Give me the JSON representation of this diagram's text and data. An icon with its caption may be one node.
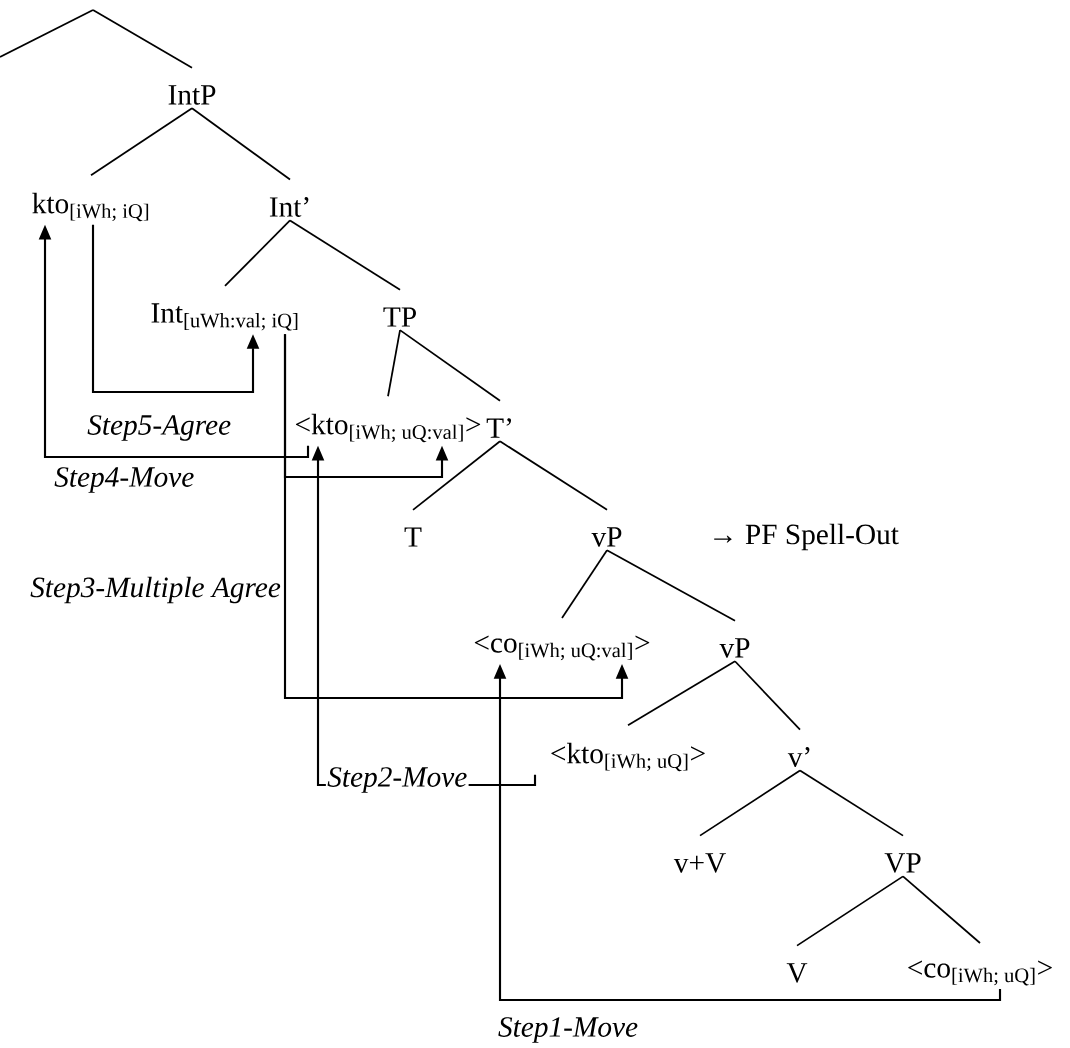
{
  "diagram": {
    "nodes": [
      {
        "text": [
          "\\text{IntP}"
        ]
      },
      {
        "text": [
          "\\text{kto}_{\\text{[iWh; iQ]}}"
        ]
      },
      {
        "text": [
          "\\text{Int'}"
        ]
      },
      {
        "text": [
          "\\text{Int}_{\\text{[uWh:val; iQ]}}"
        ]
      },
      {
        "text": [
          "\\text{TP}"
        ]
      },
      {
        "text": [
          "\\text{<kto}_{\\text{[iWh; uQ:val]}}\\text{>}"
        ]
      },
      {
        "text": [
          "\\text{T'}"
        ]
      },
      {
        "text": [
          "\\text{T}"
        ]
      },
      {
        "text": [
          "\\text{vP}"
        ],
        "beside": [
          "→ PF Spell-Out"
        ]
      },
      {
        "text": [
          "\\text{<co}_{\\text{[iWh; uQ:val]}}\\text{>}"
        ]
      },
      {
        "text": [
          "\\text{vP}"
        ]
      },
      {
        "text": [
          "\\text{<kto}_{\\text{[iWh; uQ]}}\\text{>}"
        ]
      },
      {
        "text": [
          "\\text{v'}"
        ]
      },
      {
        "text": [
          "\\text{v+V}"
        ]
      },
      {
        "text": [
          "\\text{VP}"
        ]
      },
      {
        "text": [
          "\\text{V}"
        ]
      },
      {
        "text": [
          "\\text{<co}_{\\text{[iWh; uQ]}}\\text{>}"
        ]
      }
    ],
    "edges": [
      {
        "from": null,
        "to": 0,
        "arrow": "none"
      },
      {
        "from": 0,
        "to": 1,
        "arrow": "none"
      },
      {
        "from": 0,
        "to": 2,
        "arrow": "none"
      },
      {
        "from": 2,
        "to": 3,
        "arrow": "none"
      },
      {
        "from": 2,
        "to": 4,
        "arrow": "none"
      },
      {
        "from": 4,
        "to": 5,
        "arrow": "none"
      },
      {
        "from": 4,
        "to": 6,
        "arrow": "none"
      },
      {
        "from": 6,
        "to": 7,
        "arrow": "none"
      },
      {
        "from": 6,
        "to": 8,
        "arrow": "none"
      },
      {
        "from": 8,
        "to": 9,
        "arrow": "none"
      },
      {
        "from": 8,
        "to": 10,
        "arrow": "none"
      },
      {
        "from": 10,
        "to": 11,
        "arrow": "none"
      },
      {
        "from": 10,
        "to": 12,
        "arrow": "none"
      },
      {
        "from": 12,
        "to": 13,
        "arrow": "none"
      },
      {
        "from": 12,
        "to": 14,
        "arrow": "none"
      },
      {
        "from": 14,
        "to": 15,
        "arrow": "none"
      },
      {
        "from": 14,
        "to": 16,
        "arrow": "none"
      },
      {
        "from": 16,
        "to": 9,
        "arrow": "to",
        "label": "Step1-Move"
      },
      {
        "from": 11,
        "to": 5,
        "arrow": "to",
        "label": "Step2-Move"
      },
      {
        "from": 3,
        "to": 5,
        "arrow": "to"
      },
      {
        "from": 3,
        "to": 9,
        "arrow": "to",
        "label": "Step3-Multiple Agree"
      },
      {
        "from": 5,
        "to": 1,
        "arrow": "to",
        "label": "Step4-Move"
      },
      {
        "from": 1,
        "to": 3,
        "arrow": "to",
        "label": "Step5-Agree"
      }
    ]
  }
}
